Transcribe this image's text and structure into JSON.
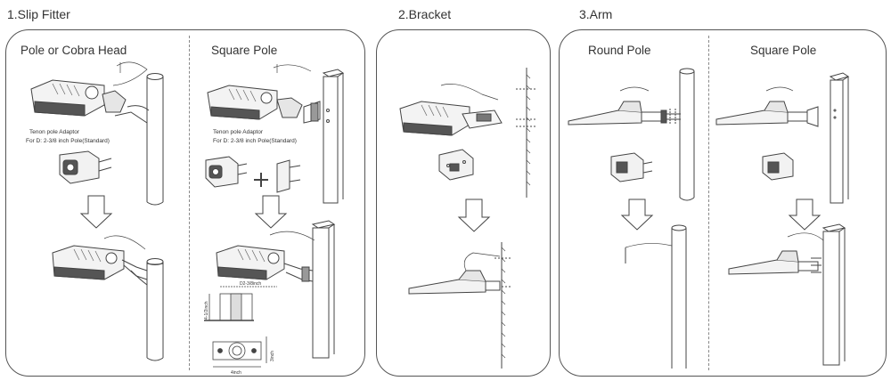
{
  "sections": [
    {
      "title": "1.Slip Fitter",
      "subpanels": [
        {
          "title": "Pole or Cobra Head",
          "note_line1": "Tenon pole Adaptor",
          "note_line2": "For D: 2-3/8 inch Pole(Standard)"
        },
        {
          "title": "Square Pole",
          "note_line1": "Tenon pole Adaptor",
          "note_line2": "For D: 2-3/8 inch Pole(Standard)"
        }
      ]
    },
    {
      "title": "2.Bracket"
    },
    {
      "title": "3.Arm",
      "subpanels": [
        {
          "title": "Round Pole"
        },
        {
          "title": "Square Pole"
        }
      ]
    }
  ],
  "dimensions": {
    "top_width": "D2-3/8inch",
    "side_height": "4-1/2inch",
    "bottom_width": "4inch",
    "bottom_height": "3inch"
  },
  "icons": [
    "luminaire",
    "pole",
    "arrow-down",
    "plus",
    "adaptor",
    "bracket",
    "arm"
  ],
  "colors": {
    "stroke": "#444444",
    "light_fill": "#f2f2f2",
    "dark_fill": "#444444"
  }
}
